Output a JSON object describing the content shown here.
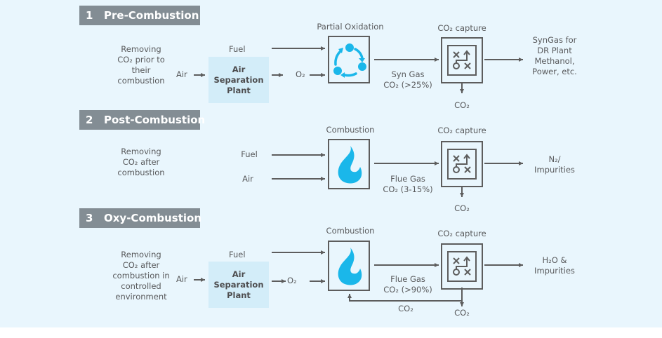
{
  "sections": [
    {
      "number": "1",
      "title": "Pre-Combustion",
      "description": [
        "Removing",
        "CO₂ prior to",
        "their",
        "combustion"
      ],
      "inputs": {
        "air": "Air",
        "fuel": "Fuel",
        "oxygen": "O₂"
      },
      "asp": [
        "Air",
        "Separation",
        "Plant"
      ],
      "process": {
        "label": "Partial Oxidation",
        "icon": "cycle-icon"
      },
      "stream": [
        "Syn Gas",
        "CO₂ (>25%)"
      ],
      "capture": {
        "label": "CO₂ capture",
        "icon": "strategy-icon",
        "output": "CO₂"
      },
      "output": [
        "SynGas for",
        "DR Plant",
        "Methanol,",
        "Power, etc."
      ]
    },
    {
      "number": "2",
      "title": "Post-Combustion",
      "description": [
        "Removing",
        "CO₂ after",
        "combustion"
      ],
      "inputs": {
        "fuel": "Fuel",
        "air": "Air"
      },
      "process": {
        "label": "Combustion",
        "icon": "flame-icon"
      },
      "stream": [
        "Flue Gas",
        "CO₂ (3-15%)"
      ],
      "capture": {
        "label": "CO₂ capture",
        "icon": "strategy-icon",
        "output": "CO₂"
      },
      "output": [
        "N₂/",
        "Impurities"
      ]
    },
    {
      "number": "3",
      "title": "Oxy-Combustion",
      "description": [
        "Removing",
        "CO₂ after",
        "combustion in",
        "controlled",
        "environment"
      ],
      "inputs": {
        "air": "Air",
        "fuel": "Fuel",
        "oxygen": "O₂"
      },
      "asp": [
        "Air",
        "Separation",
        "Plant"
      ],
      "process": {
        "label": "Combustion",
        "icon": "flame-icon"
      },
      "stream": [
        "Flue Gas",
        "CO₂ (>90%)"
      ],
      "capture": {
        "label": "CO₂ capture",
        "icon": "strategy-icon",
        "output": "CO₂"
      },
      "recycle": "CO₂",
      "output": [
        "H₂O &",
        "Impurities"
      ]
    }
  ],
  "colors": {
    "background": "#e9f6fd",
    "header": "#838d94",
    "asp_fill": "#d3edf9",
    "icon_accent": "#1ab7ea",
    "line": "#5d5d5d",
    "text": "#58595b"
  }
}
